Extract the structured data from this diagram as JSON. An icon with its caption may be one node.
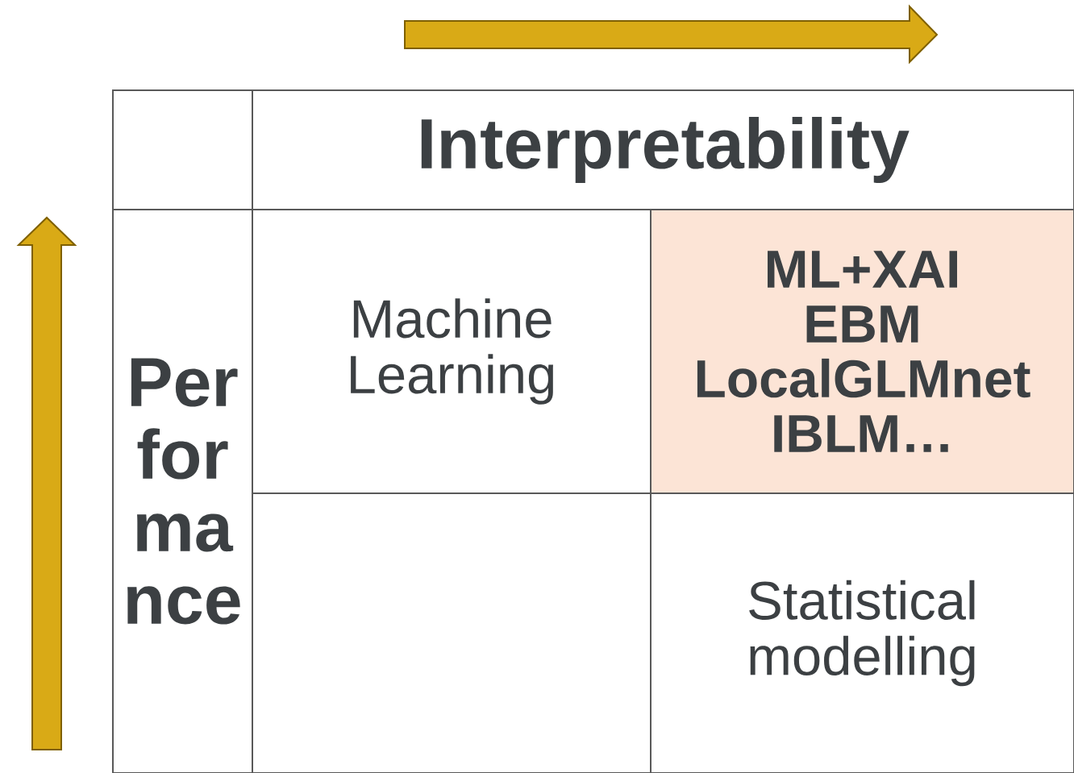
{
  "diagram": {
    "nodes": [
      {
        "text": [],
        "shape": "box"
      },
      {
        "text": [
          "Interpretability"
        ]
      },
      {
        "text": [
          "Performance"
        ]
      },
      {
        "text": [
          "Machine Learning"
        ]
      },
      {
        "text": [
          "ML+XAI",
          "EBM",
          "LocalGLMnet",
          "IBLM…"
        ]
      },
      {
        "text": [],
        "shape": "box"
      },
      {
        "text": [
          "Statistical modelling"
        ]
      }
    ]
  }
}
